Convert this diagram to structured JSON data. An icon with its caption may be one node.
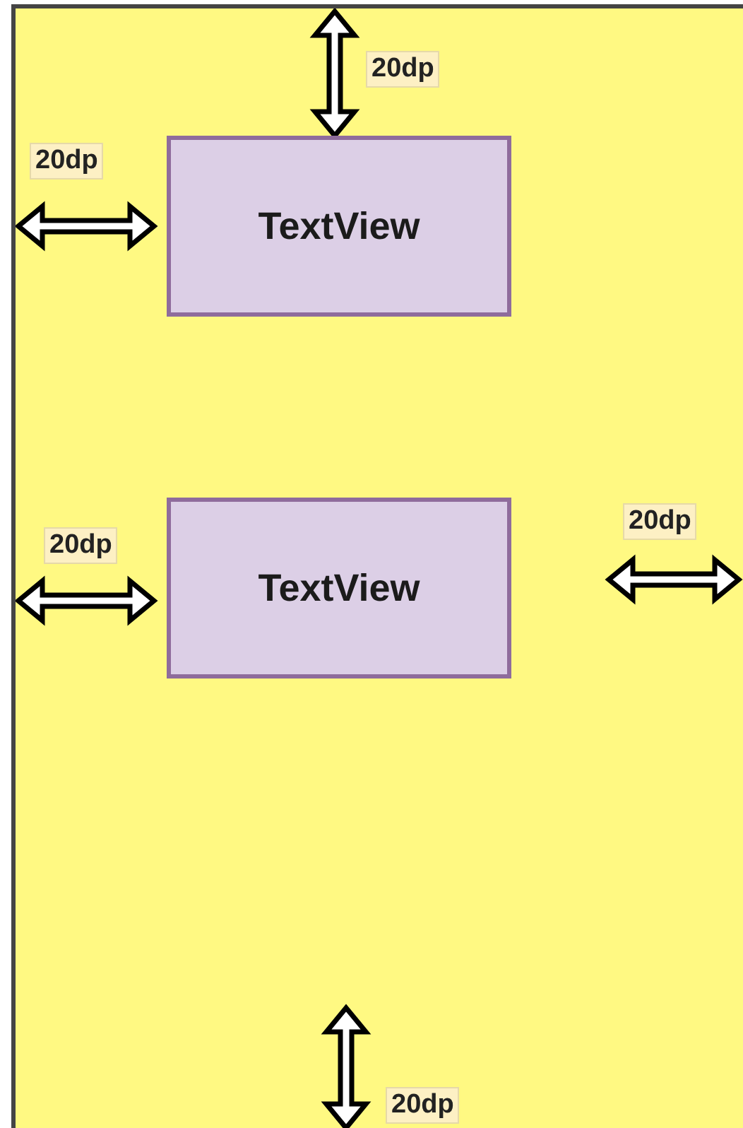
{
  "diagram": {
    "nodes": [
      {
        "text": [],
        "shape": "box"
      },
      {
        "text": [
          "TextView"
        ],
        "in": 0
      },
      {
        "text": [
          "TextView"
        ],
        "in": 0
      }
    ],
    "labels": [
      "20dp",
      "20dp",
      "20dp",
      "20dp",
      "20dp"
    ]
  }
}
